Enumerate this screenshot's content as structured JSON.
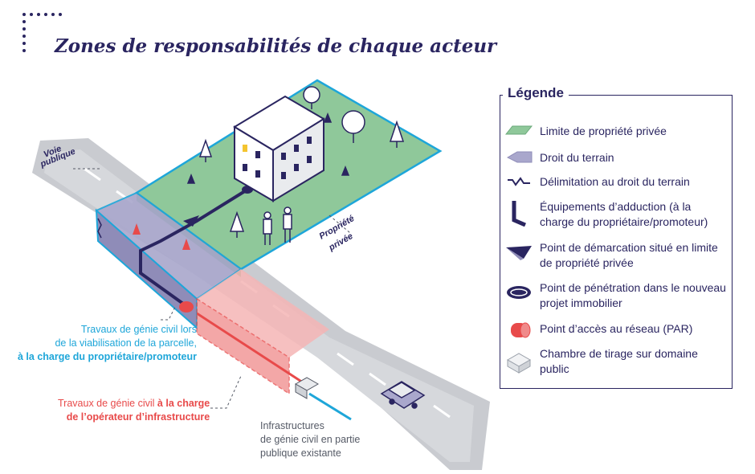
{
  "title": "Zones de responsabilités de chaque acteur",
  "labels": {
    "voie_line1": "Voie",
    "voie_line2": "publique",
    "propriete_line1": "Propriété",
    "propriete_line2": "privée"
  },
  "legend": {
    "title": "Légende",
    "items": [
      {
        "icon": "green-parcel-icon",
        "label": "Limite de propriété privée"
      },
      {
        "icon": "purple-arrow-icon",
        "label": "Droit du terrain"
      },
      {
        "icon": "zigzag-line-icon",
        "label": "Délimitation au droit du terrain"
      },
      {
        "icon": "l-pipe-icon",
        "label": "Équipements d’adduction (à la charge du propriétaire/promoteur)"
      },
      {
        "icon": "triangle-marker-icon",
        "label": "Point de démarcation situé en limite de propriété privée"
      },
      {
        "icon": "ellipse-entry-icon",
        "label": "Point de pénétration dans le nouveau projet immobilier"
      },
      {
        "icon": "red-cylinder-icon",
        "label": "Point d’accès au réseau (PAR)"
      },
      {
        "icon": "grey-box-icon",
        "label": "Chambre de tirage sur domaine public"
      }
    ]
  },
  "annotations": {
    "owner_line1": "Travaux de génie civil lors",
    "owner_line2": "de la viabilisation de la parcelle,",
    "owner_line3": "à la charge du propriétaire/promoteur",
    "operator_line1_normal": "Travaux de génie civil",
    "operator_line1_bold": "à la charge",
    "operator_line2": "de l’opérateur d’infrastructure",
    "existing_line1": "Infrastructures",
    "existing_line2": "de génie civil en partie",
    "existing_line3": "publique existante"
  },
  "colors": {
    "navy": "#2a2560",
    "green": "#8fc89a",
    "lilac": "#a9a7cc",
    "red": "#e84a4a",
    "cyan": "#1ea6d9",
    "road": "#c9cbd0"
  }
}
